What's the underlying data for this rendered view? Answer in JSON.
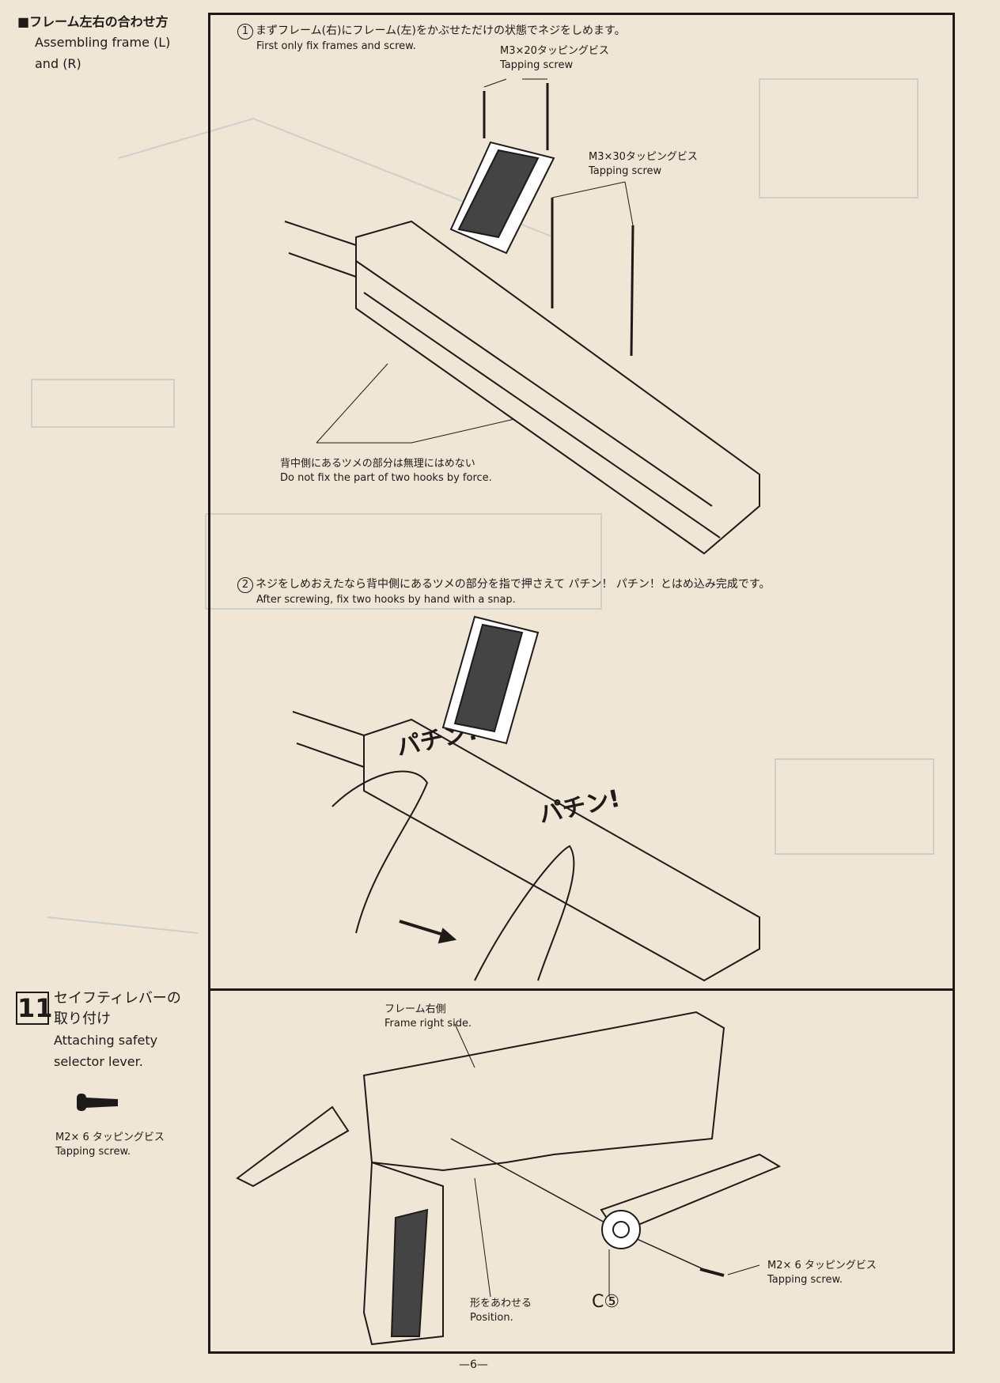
{
  "section": {
    "title_jp": "■フレーム左右の合わせ方",
    "title_en_line1": "Assembling frame (L)",
    "title_en_line2": "and (R)"
  },
  "step1": {
    "number": "1",
    "jp": "まずフレーム(右)にフレーム(左)をかぶせただけの状態でネジをしめます。",
    "en": "First only fix frames and screw.",
    "screw_a_jp": "M3×20タッピングビス",
    "screw_a_en": "Tapping screw",
    "screw_b_jp": "M3×30タッピングビス",
    "screw_b_en": "Tapping screw",
    "hooks_jp": "背中側にあるツメの部分は無理にはめない",
    "hooks_en": "Do not fix the part of two hooks by force."
  },
  "step2": {
    "number": "2",
    "jp": "ネジをしめおえたなら背中側にあるツメの部分を指で押さえて パチン！ パチン！とはめ込み完成です。",
    "en": "After screwing, fix two hooks by hand with a snap.",
    "snap_1": "パチン!",
    "snap_2": "パチン!"
  },
  "step11": {
    "number": "11",
    "jp_line1": "セイフティレバーの",
    "jp_line2": "取り付け",
    "en_line1": "Attaching safety",
    "en_line2": "selector lever.",
    "screw_jp": "M2× 6 タッピングビス",
    "screw_en": "Tapping screw.",
    "frame_side_jp": "フレーム右側",
    "frame_side_en": "Frame right side.",
    "position_jp": "形をあわせる",
    "position_en": "Position.",
    "part_label": "C⑤",
    "screw2_jp": "M2× 6 タッピングビス",
    "screw2_en": "Tapping screw."
  },
  "page_number": "—6—"
}
